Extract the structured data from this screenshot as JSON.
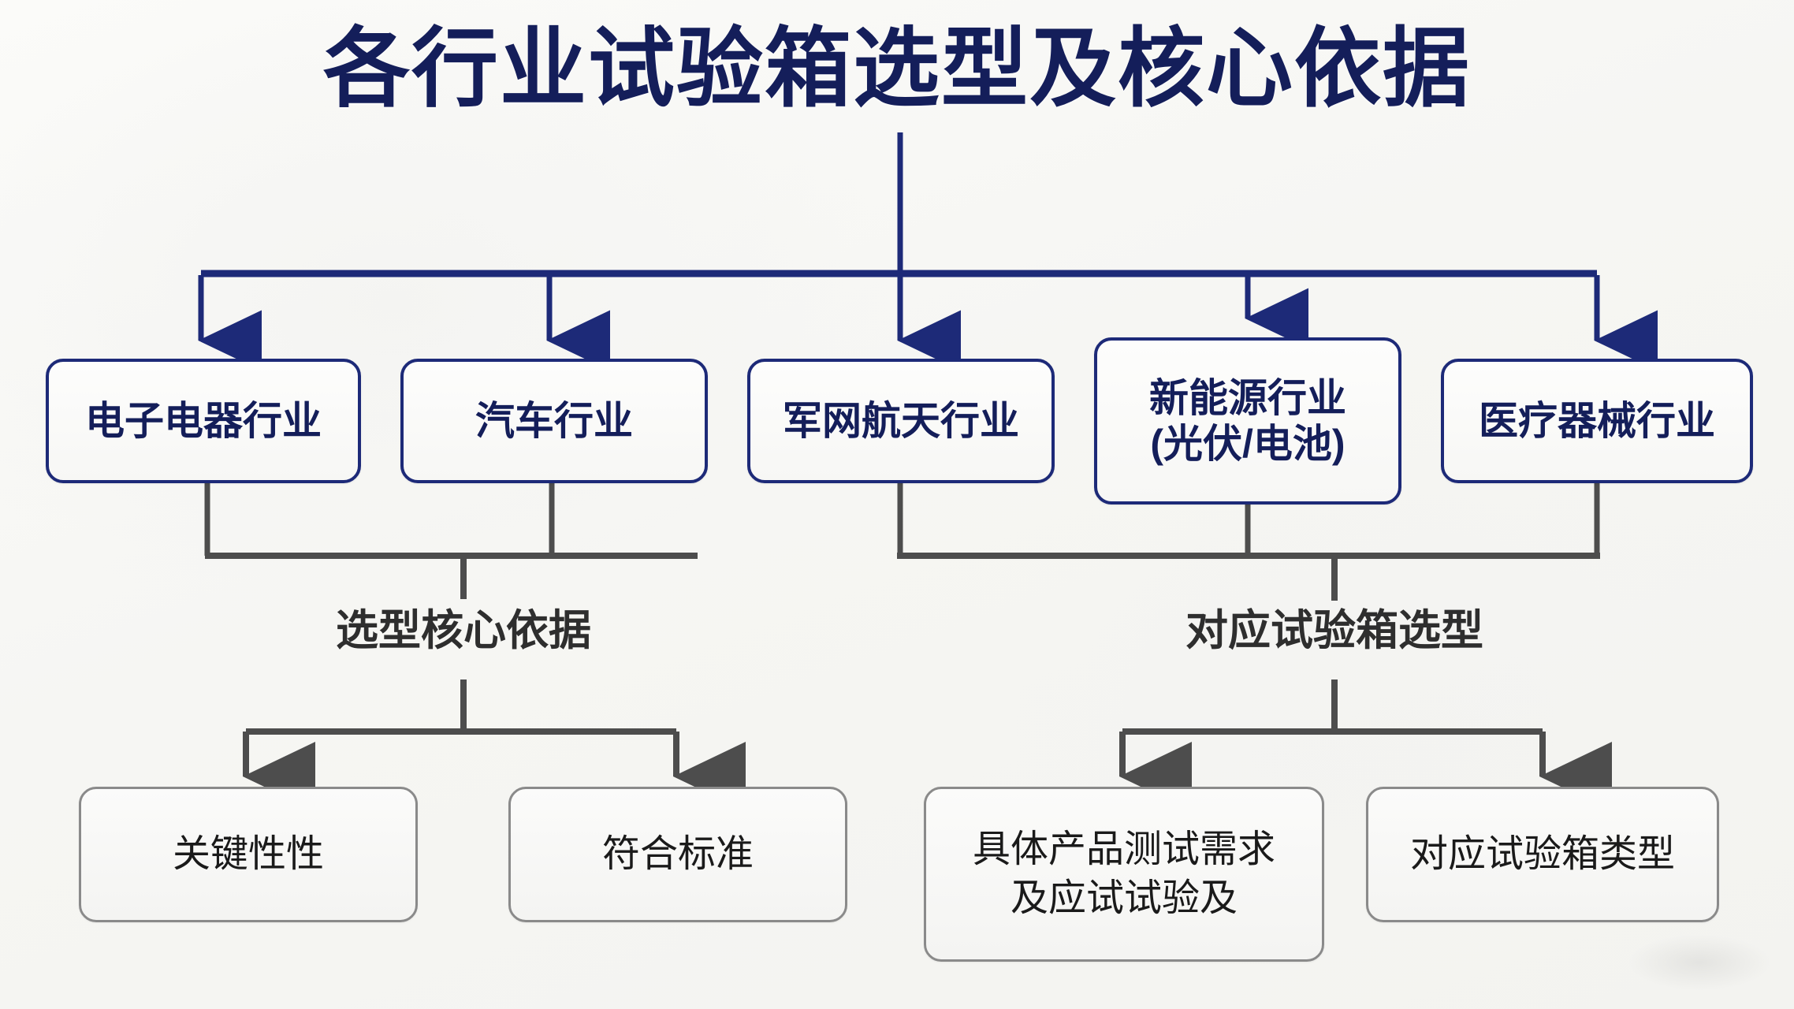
{
  "title": "各行业试验箱选型及核心依据",
  "colors": {
    "background": "#f7f7f5",
    "title_navy": "#141e5a",
    "industry_border": "#1d2a78",
    "industry_text": "#141e5a",
    "leaf_border": "#8a8a8a",
    "leaf_text": "#1a1a1a",
    "blue_connector": "#1d2a78",
    "gray_connector": "#4d4d4d",
    "midlabel_text": "#2e2e2e"
  },
  "industries": [
    {
      "label": "电子电器行业"
    },
    {
      "label": "汽车行业"
    },
    {
      "label": "军网航天行业"
    },
    {
      "label": "新能源行业\n(光伏/电池)"
    },
    {
      "label": "医疗器械行业"
    }
  ],
  "groups": [
    {
      "label": "选型核心依据"
    },
    {
      "label": "对应试验箱选型"
    }
  ],
  "leaves": [
    {
      "label": "关键性性"
    },
    {
      "label": "符合标准"
    },
    {
      "label": "具体产品测试需求\n及应试试验及"
    },
    {
      "label": "对应试验箱类型"
    }
  ]
}
